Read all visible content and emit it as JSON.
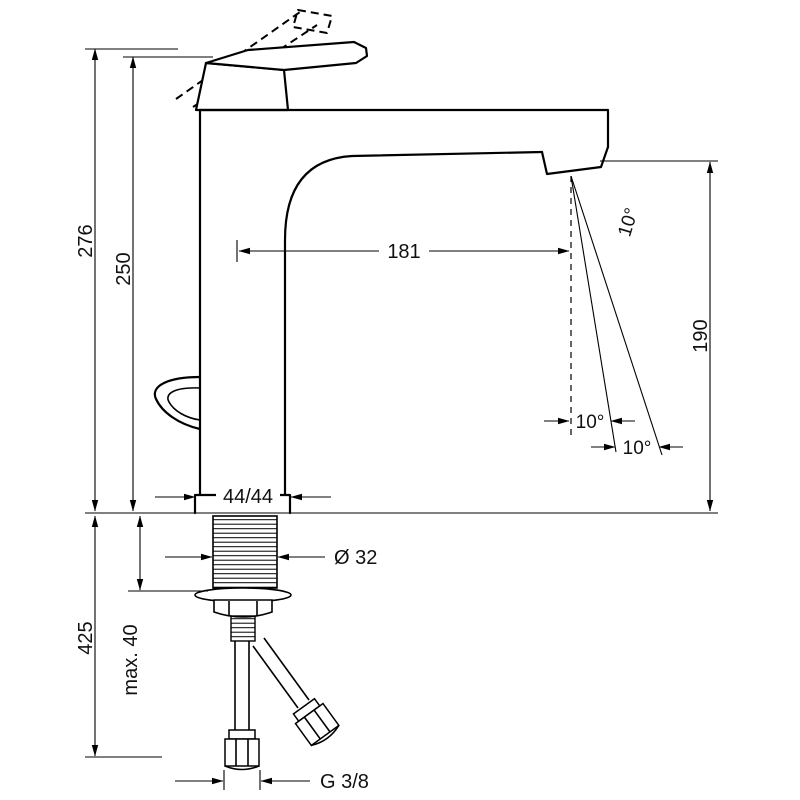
{
  "page": {
    "background": "#ffffff",
    "line_color": "#000000"
  },
  "diagram": {
    "type": "technical-drawing",
    "subject": "Single-lever tall basin mixer — dimensional drawing",
    "labels": {
      "total_height": "276",
      "body_height": "250",
      "spout_reach": "181",
      "outlet_height": "190",
      "base_width": "44/44",
      "shank_diameter": "Ø 32",
      "hose_length": "425",
      "max_mounting_thickness": "max. 40",
      "connection_thread": "G 3/8",
      "spout_angle_top": "10°",
      "spray_angle_left": "10°",
      "spray_angle_right": "10°"
    }
  }
}
